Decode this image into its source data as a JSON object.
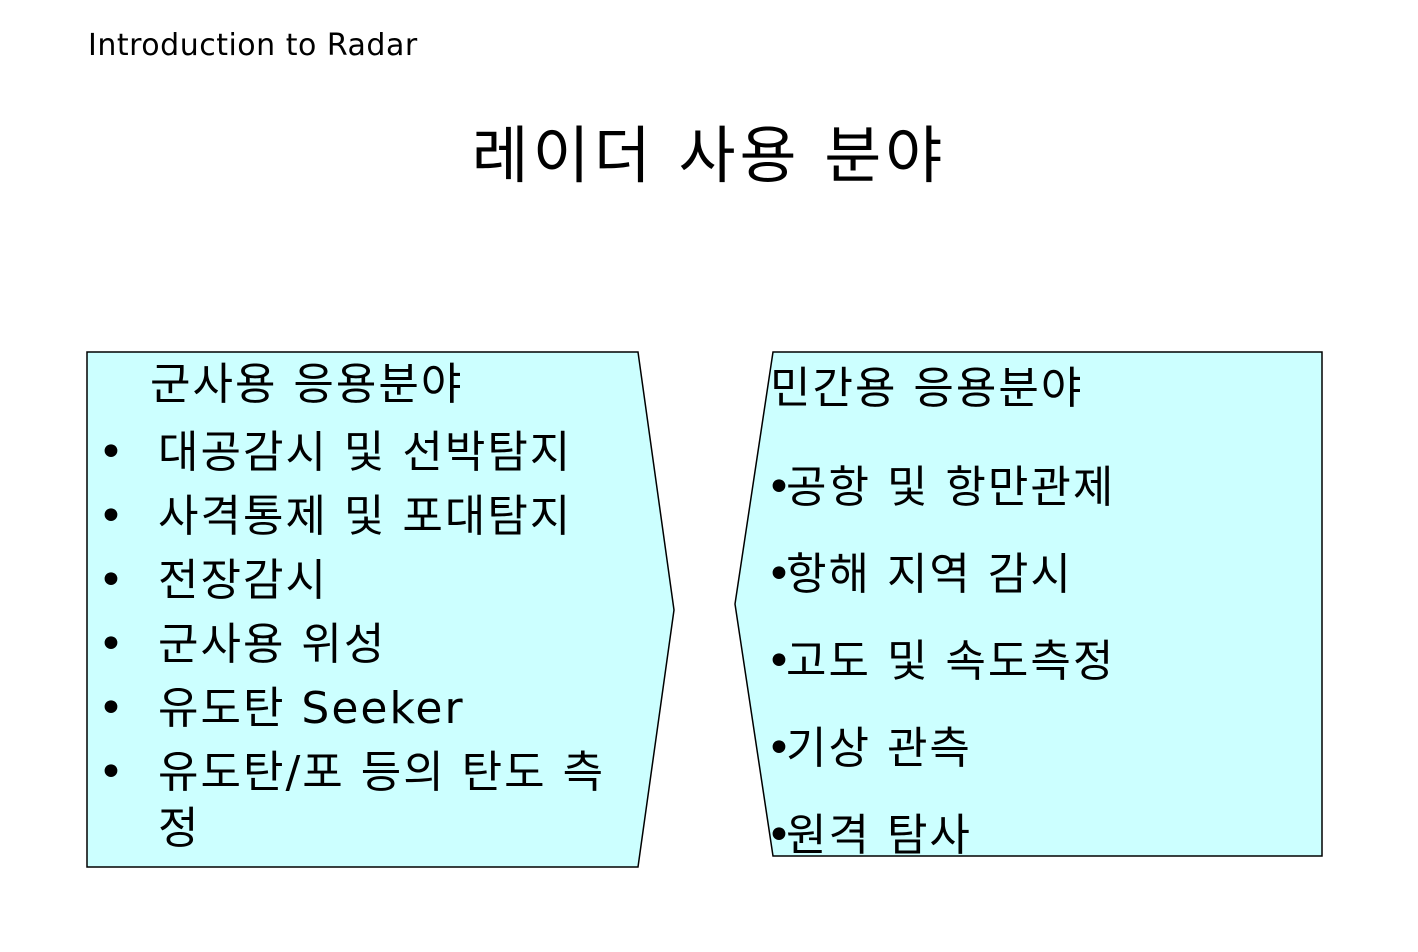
{
  "header": {
    "text": "Introduction to Radar"
  },
  "title": "레이더 사용 분야",
  "left_box": {
    "heading": "군사용 응용분야",
    "bullet": "•",
    "items": [
      "대공감시 및 선박탐지",
      "사격통제 및 포대탐지",
      "전장감시",
      "군사용 위성",
      "유도탄 Seeker",
      "유도탄/포 등의 탄도 측정"
    ]
  },
  "right_box": {
    "heading": "민간용 응용분야",
    "bullet": "•",
    "items": [
      "공항 및 항만관제",
      "항해 지역 감시",
      "고도 및 속도측정",
      "기상 관측",
      "원격 탐사"
    ]
  },
  "colors": {
    "box_fill": "#ccffff",
    "box_stroke": "#000000",
    "text": "#000000",
    "background": "#ffffff"
  }
}
